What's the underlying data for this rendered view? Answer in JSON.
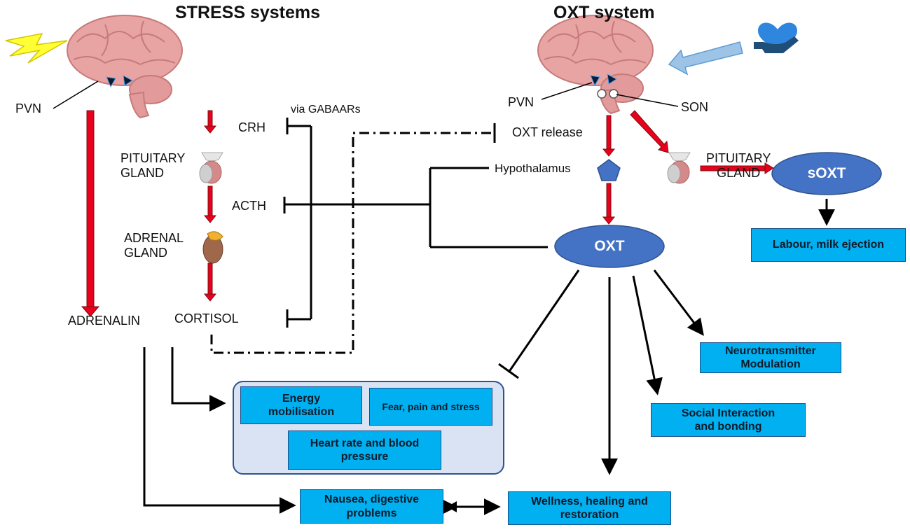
{
  "titles": {
    "stress": "STRESS systems",
    "oxt": "OXT system"
  },
  "stress": {
    "pvn": "PVN",
    "crh": "CRH",
    "via_gabaars": "via GABAARs",
    "pituitary_gland": "PITUITARY\nGLAND",
    "acth": "ACTH",
    "adrenal_gland": "ADRENAL\nGLAND",
    "adrenalin": "ADRENALIN",
    "cortisol": "CORTISOL"
  },
  "oxt": {
    "pvn": "PVN",
    "son": "SON",
    "oxt_release": "OXT release",
    "hypothalamus": "Hypothalamus",
    "pituitary_gland": "PITUITARY\nGLAND",
    "soxt": "sOXT",
    "oxt": "OXT"
  },
  "boxes": {
    "labour": "Labour, milk ejection",
    "neurotransmitter": "Neurotransmitter\nModulation",
    "social": "Social Interaction\nand bonding",
    "energy": "Energy\nmobilisation",
    "fear": "Fear, pain and stress",
    "heart": "Heart rate and blood\npressure",
    "nausea": "Nausea, digestive\nproblems",
    "wellness": "Wellness, healing and\nrestoration"
  },
  "colors": {
    "red_arrow": "#e8001c",
    "box_fill": "#00b0f0",
    "oval_fill": "#4472c4",
    "group_fill": "#dae3f3",
    "brain": "#e8a3a3",
    "lightning": "#ffff33",
    "heart_icon": "#2e86de"
  },
  "icons": [
    "brain-icon",
    "lightning-icon",
    "heart-hand-icon",
    "pituitary-icon",
    "adrenal-icon",
    "pentagon-icon"
  ]
}
